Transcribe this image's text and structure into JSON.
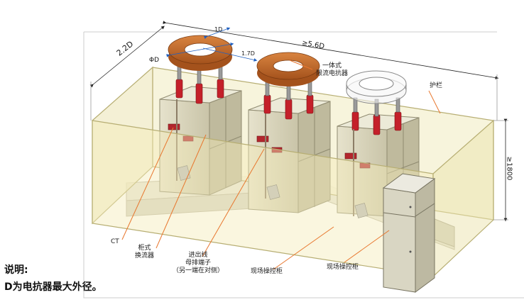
{
  "dimensions": {
    "width": "2.2D",
    "length": "≥5.6D",
    "height": "≥1800",
    "diameter": "ΦD",
    "gap_1d": "1D",
    "spacing": "1.7D"
  },
  "callouts": {
    "reactor": [
      "一体式",
      "限流电抗器"
    ],
    "fence": "护栏",
    "ct": "CT",
    "converter": [
      "柜式",
      "换流器"
    ],
    "busbar": [
      "进出线",
      "母排端子",
      "（另一端在对侧）"
    ],
    "control_cabinet_1": "现场操控柜",
    "control_cabinet_2": "现场操控柜"
  },
  "notes": {
    "title": "说明:",
    "text": "D为电抗器最大外径。"
  },
  "colors": {
    "enclosure": "#f3efcf",
    "enclosure_edge": "#b7ae73",
    "reactor": "#c46b2b",
    "insulator": "#c4202a",
    "callout_line": "#e8772e",
    "cabinet": "#ddd9c4",
    "floor": "#e9e7dc"
  }
}
